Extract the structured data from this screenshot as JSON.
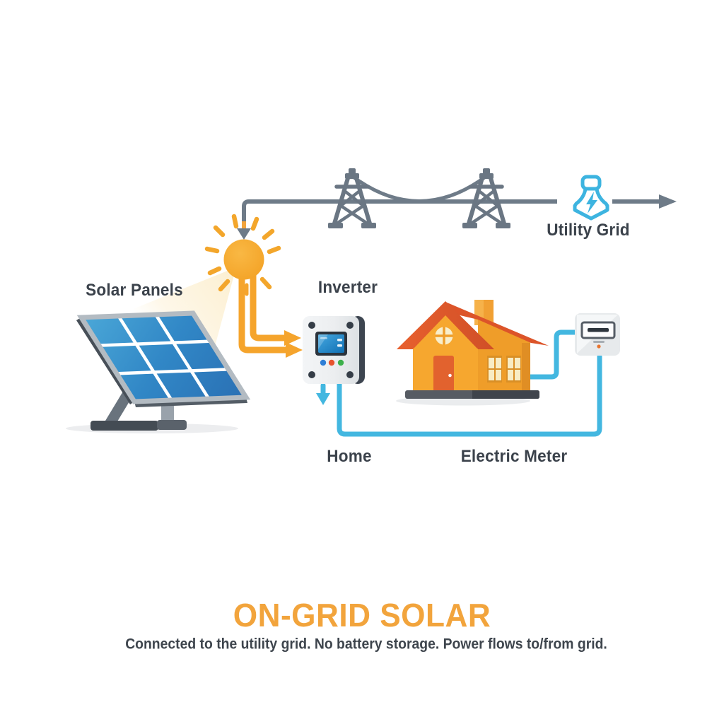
{
  "page": {
    "background": "#ffffff"
  },
  "title": {
    "text": "ON-GRID SOLAR",
    "color": "#F2A43C"
  },
  "subtitle": {
    "text": "Connected to the utility grid. No battery storage. Power flows to/from grid.",
    "color": "#3E454D"
  },
  "labels": {
    "solar_panels": "Solar Panels",
    "inverter": "Inverter",
    "utility_grid": "Utility Grid",
    "home": "Home",
    "electric_meter": "Electric Meter"
  },
  "colors": {
    "accent_orange": "#F5A42C",
    "accent_cyan": "#43B7E0",
    "line_gray": "#6E7B88",
    "roof_red": "#DF582C",
    "wall_orange": "#F3A02C",
    "panel_blue": "#2F7FC2",
    "text_dark": "#3B424B",
    "title_orange": "#F2A43C"
  },
  "icons": {
    "sun": "sun-icon",
    "solar_panel": "solar-panel-icon",
    "inverter": "inverter-icon",
    "house": "house-icon",
    "electric_meter": "electric-meter-icon",
    "transmission_tower": "transmission-tower-icon",
    "utility_grid": "utility-grid-icon",
    "grid_flow_arrow": "arrow-right-icon",
    "sun_to_inverter_arrows": "arrow-right-icon",
    "inverter_output_arrow": "arrow-down-icon"
  }
}
